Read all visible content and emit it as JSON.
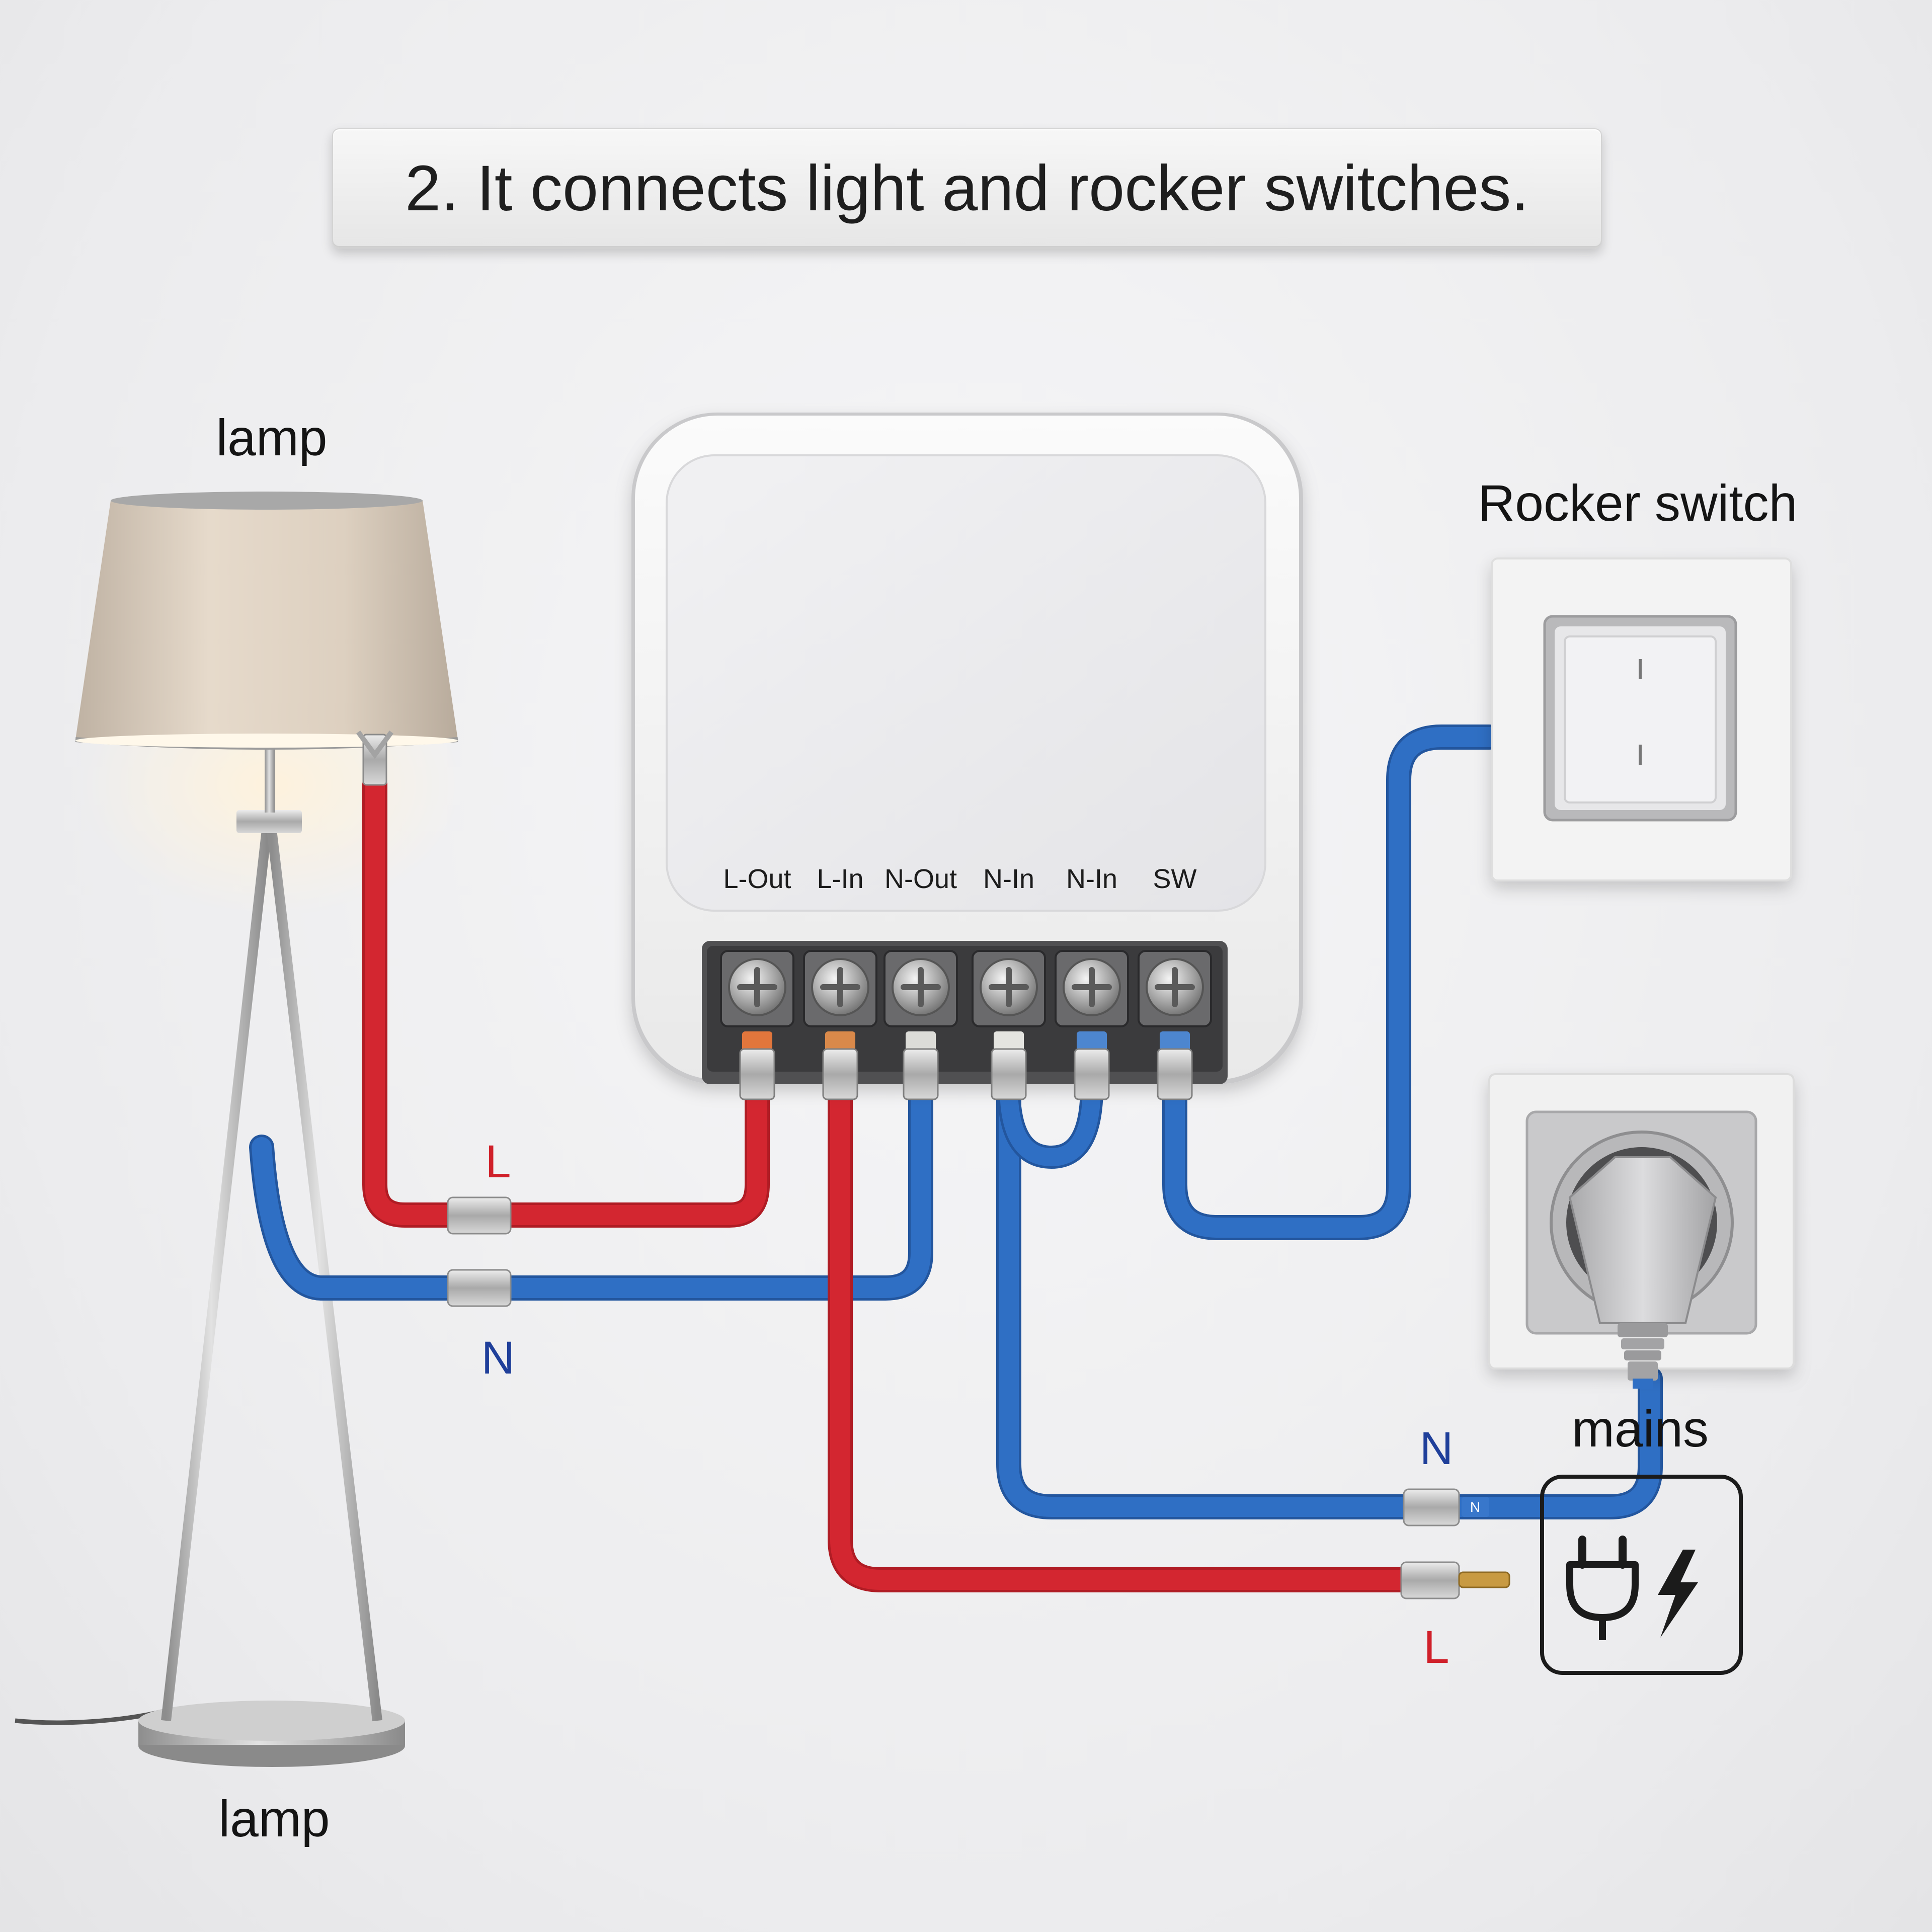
{
  "title": "2. It connects light and rocker switches.",
  "labels": {
    "lamp_top": "lamp",
    "lamp_bottom": "lamp",
    "rocker_switch": "Rocker switch",
    "mains": "mains"
  },
  "terminals": [
    "L-Out",
    "L-In",
    "N-Out",
    "N-In",
    "N-In",
    "SW"
  ],
  "wire_markers": {
    "lamp_live": "L",
    "lamp_neutral": "N",
    "mains_neutral": "N",
    "mains_live": "L",
    "mains_neutral_tag": "N"
  },
  "icons": {
    "mains_symbol": "plug-lightning-icon",
    "device": "smart-relay-module",
    "lamp": "floor-lamp-icon",
    "switch": "rocker-switch-icon",
    "socket": "wall-socket-icon"
  },
  "colors": {
    "live_wire": "#d32630",
    "neutral_wire": "#2f6fc4",
    "live_label": "#d0202a",
    "neutral_label": "#1f3f9a"
  }
}
